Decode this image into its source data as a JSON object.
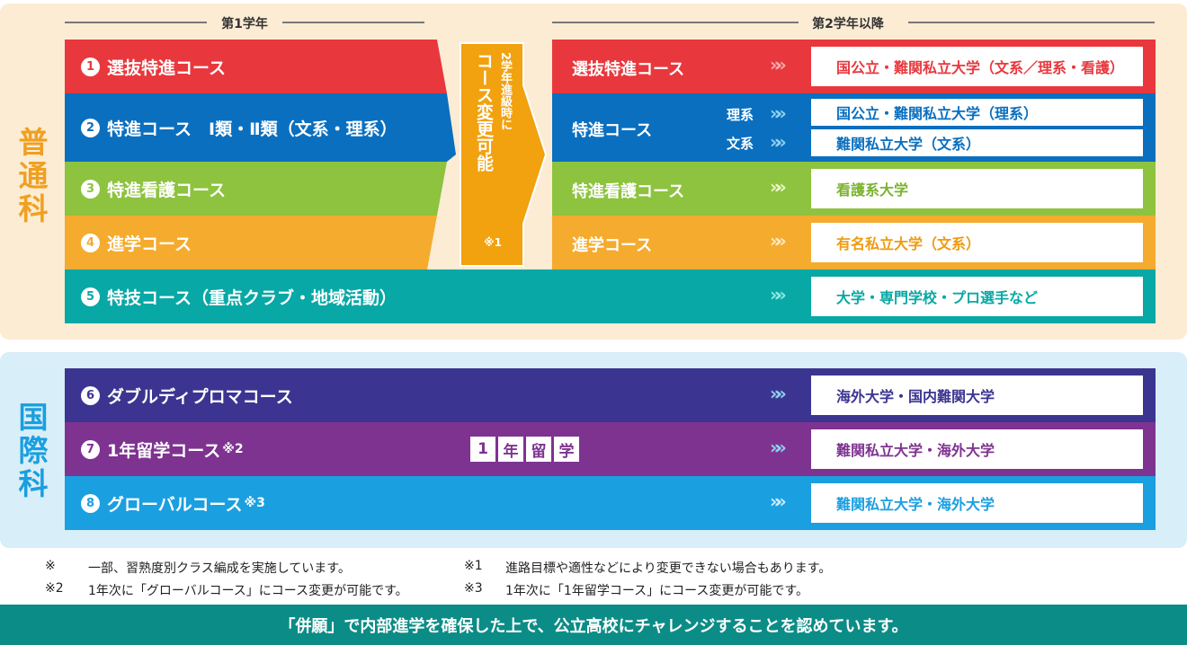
{
  "headers": {
    "year1": "第1学年",
    "year2": "第2学年以降"
  },
  "sections": {
    "futsuka": "普通科",
    "kokusaika": "国際科"
  },
  "change_box": {
    "line1": "2学年進級時に",
    "line2": "コース変更可能",
    "note": "※1"
  },
  "chevron": "»»",
  "futsuka_courses": [
    {
      "num": "1",
      "name": "選抜特進コース",
      "year2": "選抜特進コース",
      "dest": "国公立・難関私立大学（文系／理系・看護）",
      "color": "#e8383d",
      "dest_color": "#e8383d"
    },
    {
      "num": "2",
      "name": "特進コース　Ⅰ類・Ⅱ類（文系・理系）",
      "year2": "特進コース",
      "color": "#0a6fbf",
      "branches": [
        {
          "label": "理系",
          "dest": "国公立・難関私立大学（理系）"
        },
        {
          "label": "文系",
          "dest": "難関私立大学（文系）"
        }
      ],
      "dest_color": "#0a6fbf"
    },
    {
      "num": "3",
      "name": "特進看護コース",
      "year2": "特進看護コース",
      "dest": "看護系大学",
      "color": "#8dc33f",
      "dest_color": "#7bb32e"
    },
    {
      "num": "4",
      "name": "進学コース",
      "year2": "進学コース",
      "dest": "有名私立大学（文系）",
      "color": "#f5ab2e",
      "dest_color": "#ee9b10"
    },
    {
      "num": "5",
      "name": "特技コース（重点クラブ・地域活動）",
      "dest": "大学・専門学校・プロ選手など",
      "color": "#07a8a5",
      "dest_color": "#07a8a5"
    }
  ],
  "kokusai_courses": [
    {
      "num": "6",
      "name": "ダブルディプロマコース",
      "sup": "",
      "dest": "海外大学・国内難関大学",
      "color": "#3b3591",
      "dest_color": "#3b3591"
    },
    {
      "num": "7",
      "name": "1年留学コース",
      "sup": "※2",
      "dest": "難関私立大学・海外大学",
      "color": "#7e3391",
      "dest_color": "#7e3391"
    },
    {
      "num": "8",
      "name": "グローバルコース",
      "sup": "※3",
      "dest": "難関私立大学・海外大学",
      "color": "#1a9fe0",
      "dest_color": "#1a9fe0"
    }
  ],
  "ryugaku_badge": [
    "1",
    "年",
    "留",
    "学"
  ],
  "notes": [
    {
      "mark": "※",
      "text": "一部、習熟度別クラス編成を実施しています。"
    },
    {
      "mark": "※1",
      "text": "進路目標や適性などにより変更できない場合もあります。"
    },
    {
      "mark": "※2",
      "text": "1年次に「グローバルコース」にコース変更が可能です。"
    },
    {
      "mark": "※3",
      "text": "1年次に「1年留学コース」にコース変更が可能です。"
    }
  ],
  "footer": "「併願」で内部進学を確保した上で、公立高校にチャレンジすることを認めています。",
  "colors": {
    "futsuka_bg": "#fcecd4",
    "kokusai_bg": "#d8eef8",
    "futsuka_title": "#f0a020",
    "kokusai_title": "#1a9fe0",
    "chevron": "#8fd0ef",
    "footer_bg": "#0c8c86"
  }
}
